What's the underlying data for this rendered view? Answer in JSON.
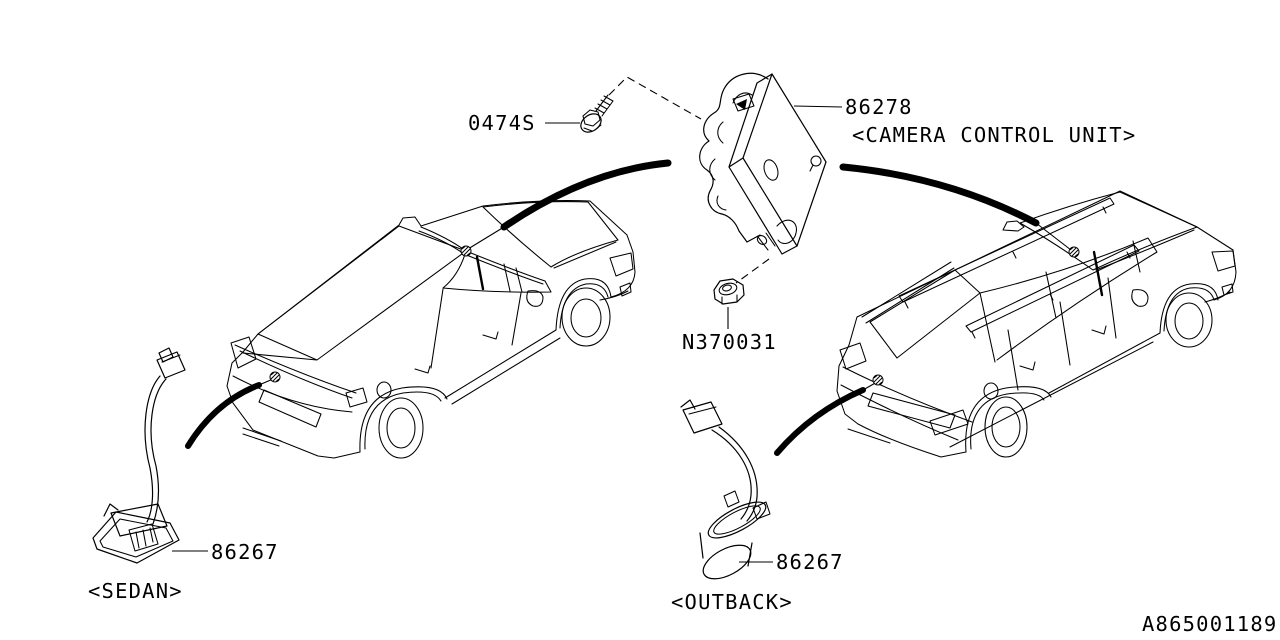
{
  "diagram": {
    "labels": {
      "screw": "0474S",
      "control_unit": "86278",
      "control_unit_caption": "<CAMERA CONTROL UNIT>",
      "nut": "N370031",
      "camera_sedan": "86267",
      "sedan_caption": "<SEDAN>",
      "camera_outback": "86267",
      "outback_caption": "<OUTBACK>",
      "diagram_code": "A865001189"
    },
    "colors": {
      "line": "#000000",
      "background": "#ffffff"
    }
  }
}
